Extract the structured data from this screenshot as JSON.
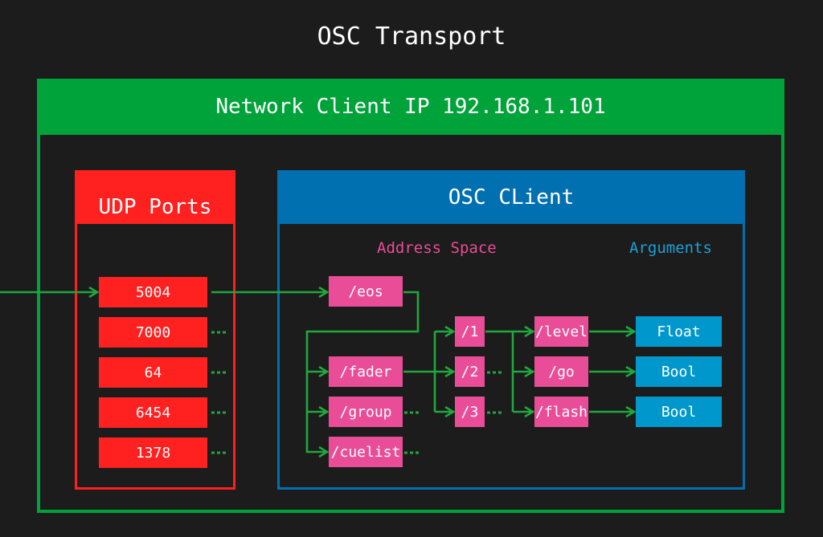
{
  "title": "OSC Transport",
  "network_client": {
    "label": "Network Client IP 192.168.1.101",
    "color": "#00a33a"
  },
  "udp_ports": {
    "label": "UDP Ports",
    "color": "#ff2020",
    "ports": [
      "5004",
      "7000",
      "64",
      "6454",
      "1378"
    ]
  },
  "osc_client": {
    "label": "OSC CLient",
    "color": "#0070b0",
    "address_space_label": "Address Space",
    "address_space_color": "#e94d97",
    "arguments_label": "Arguments",
    "arguments_color": "#1ba1d6",
    "root": "/eos",
    "level1": [
      "/fader",
      "/group",
      "/cuelist"
    ],
    "level2": [
      "/1",
      "/2",
      "/3"
    ],
    "level3": [
      "/level",
      "/go",
      "/flash"
    ],
    "arguments": [
      "Float",
      "Bool",
      "Bool"
    ]
  },
  "wire_color": "#1fa83c",
  "continuation_marker": "..."
}
